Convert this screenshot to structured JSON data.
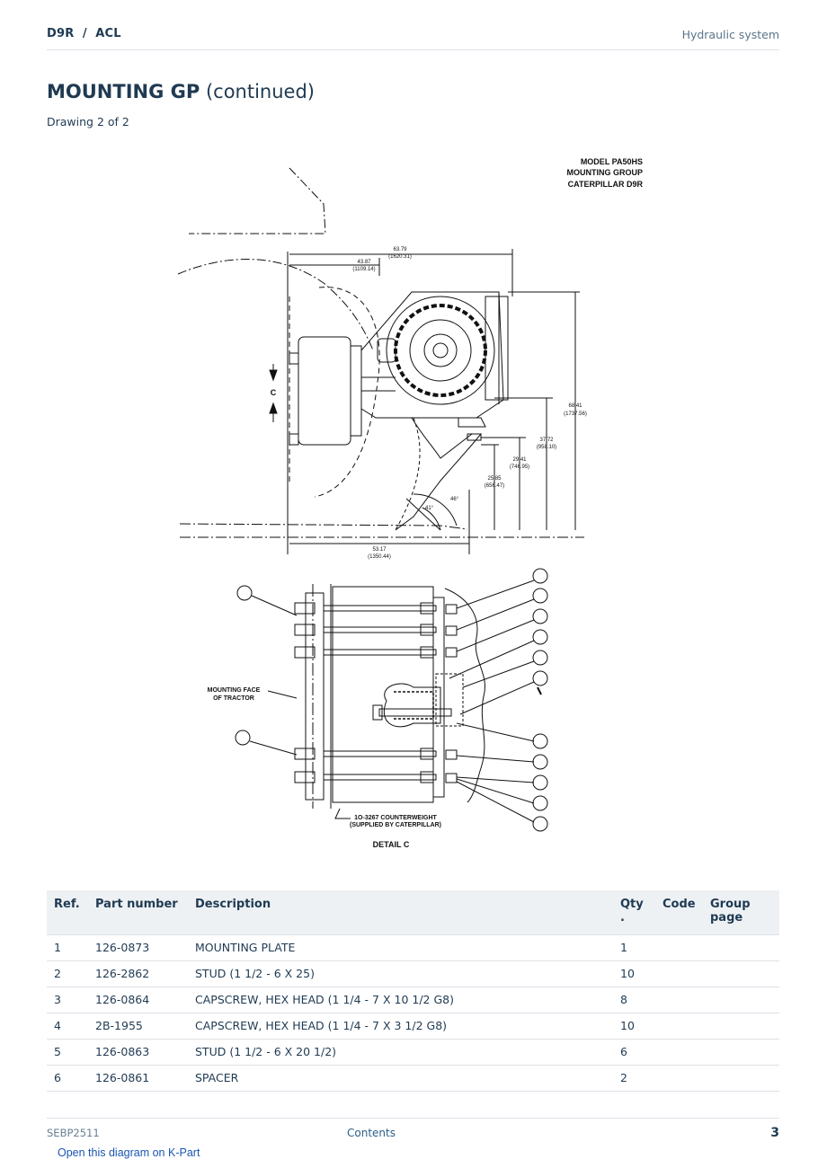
{
  "header": {
    "breadcrumb": "D9R  /  ACL",
    "section": "Hydraulic system"
  },
  "page": {
    "title_bold": "MOUNTING GP",
    "title_rest": " (continued)",
    "drawing": "Drawing 2 of 2"
  },
  "figure": {
    "model_lines": [
      "MODEL PA50HS",
      "MOUNTING GROUP",
      "CATERPILLAR D9R"
    ],
    "dimensions": {
      "d1": "63.79",
      "d1mm": "(1620.31)",
      "d2": "43.87",
      "d2mm": "(1109.14)",
      "d3": "68.41",
      "d3mm": "(1737.56)",
      "d4": "37.72",
      "d4mm": "(958.10)",
      "d5": "29.41",
      "d5mm": "(746.95)",
      "d6": "25.85",
      "d6mm": "(656.47)",
      "d7": "53.17",
      "d7mm": "(1350.44)",
      "angle1": "46°",
      "angle2": "41°"
    },
    "view_label": "C",
    "mounting_face": [
      "MOUNTING FACE",
      "OF TRACTOR"
    ],
    "counterweight": [
      "1O-3267 COUNTERWEIGHT",
      "(SUPPLIED BY CATERPILLAR)"
    ],
    "detail": "DETAIL C"
  },
  "table": {
    "headers": {
      "ref": "Ref.",
      "part": "Part number",
      "desc": "Description",
      "qty": "Qty\n.",
      "code": "Code",
      "group": "Group page"
    },
    "rows": [
      {
        "ref": "1",
        "part": "126-0873",
        "desc": "MOUNTING PLATE",
        "qty": "1",
        "code": "",
        "group": ""
      },
      {
        "ref": "2",
        "part": "126-2862",
        "desc": "STUD (1 1/2 - 6 X 25)",
        "qty": "10",
        "code": "",
        "group": ""
      },
      {
        "ref": "3",
        "part": "126-0864",
        "desc": "CAPSCREW, HEX HEAD (1 1/4 - 7 X 10 1/2 G8)",
        "qty": "8",
        "code": "",
        "group": ""
      },
      {
        "ref": "4",
        "part": "2B-1955",
        "desc": "CAPSCREW, HEX HEAD (1 1/4 - 7 X 3 1/2 G8)",
        "qty": "10",
        "code": "",
        "group": ""
      },
      {
        "ref": "5",
        "part": "126-0863",
        "desc": "STUD (1 1/2 - 6 X 20 1/2)",
        "qty": "6",
        "code": "",
        "group": ""
      },
      {
        "ref": "6",
        "part": "126-0861",
        "desc": "SPACER",
        "qty": "2",
        "code": "",
        "group": ""
      }
    ]
  },
  "footer": {
    "doc_id": "SEBP2511",
    "contents": "Contents",
    "page_number": "3",
    "link": "Open this diagram on K-Part"
  }
}
